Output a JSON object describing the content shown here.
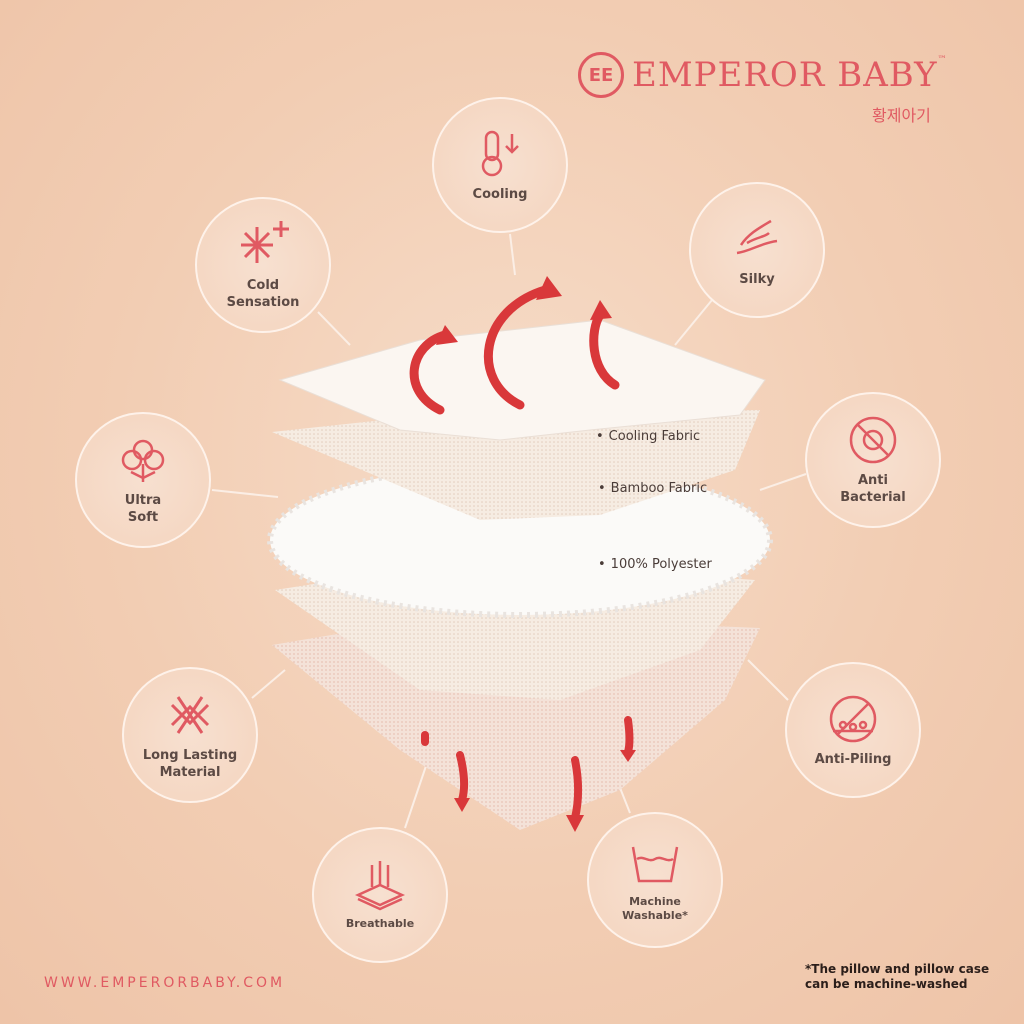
{
  "brand": {
    "name": "EMPEROR BABY",
    "tm": "™",
    "korean": "황제아기",
    "mark": "EE"
  },
  "website": "WWW.EMPERORBABY.COM",
  "footnote": "*The pillow and pillow case\ncan be machine-washed",
  "layers": [
    "Cooling Fabric",
    "Bamboo Fabric",
    "100% Polyester"
  ],
  "features": [
    {
      "label": "Cooling",
      "icon": "thermometer-down-icon"
    },
    {
      "label": "Cold\nSensation",
      "icon": "snowflake-icon"
    },
    {
      "label": "Silky",
      "icon": "hand-silk-icon"
    },
    {
      "label": "Ultra\nSoft",
      "icon": "cotton-icon"
    },
    {
      "label": "Anti\nBacterial",
      "icon": "no-bacteria-icon"
    },
    {
      "label": "Long Lasting\nMaterial",
      "icon": "weave-icon"
    },
    {
      "label": "Anti-Piling",
      "icon": "no-piling-icon"
    },
    {
      "label": "Breathable",
      "icon": "breathable-layers-icon"
    },
    {
      "label": "Machine\nWashable*",
      "icon": "washing-basin-icon"
    }
  ],
  "colors": {
    "accent": "#e05a62",
    "arrow": "#d9383a",
    "background": "#f2cdb3"
  }
}
